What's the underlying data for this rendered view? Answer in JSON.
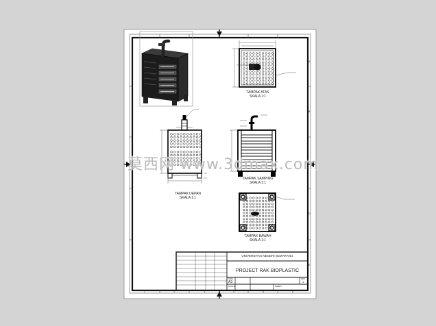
{
  "drawing": {
    "views": {
      "top": {
        "name": "TAMPAK ATAS",
        "scale": "SKALA 1:1"
      },
      "side": {
        "name": "TAMPAK SAMPING",
        "scale": "SKALA 1:1"
      },
      "front": {
        "name": "TAMPAK DEPAN",
        "scale": "SKALA 1:1"
      },
      "bottom": {
        "name": "TAMPAK BAWAH",
        "scale": "SKALA 1:1"
      }
    },
    "zone_numbers": [
      "1",
      "2",
      "3",
      "4",
      "5",
      "6"
    ],
    "zone_letters": [
      "A",
      "B",
      "C",
      "D",
      "E"
    ]
  },
  "title_block": {
    "university": "UNIVERSITAS NEGERI SEMARANG",
    "project_title": "PROJECT RAK BIOPLASTIC",
    "size_label": "SIZE",
    "size_value": "A3",
    "rev_label": "REV",
    "rev_value": "1",
    "scale_label": "SCALE",
    "sheet_label": "SHEET"
  },
  "watermark": "莫西网 www.3dmax.com"
}
